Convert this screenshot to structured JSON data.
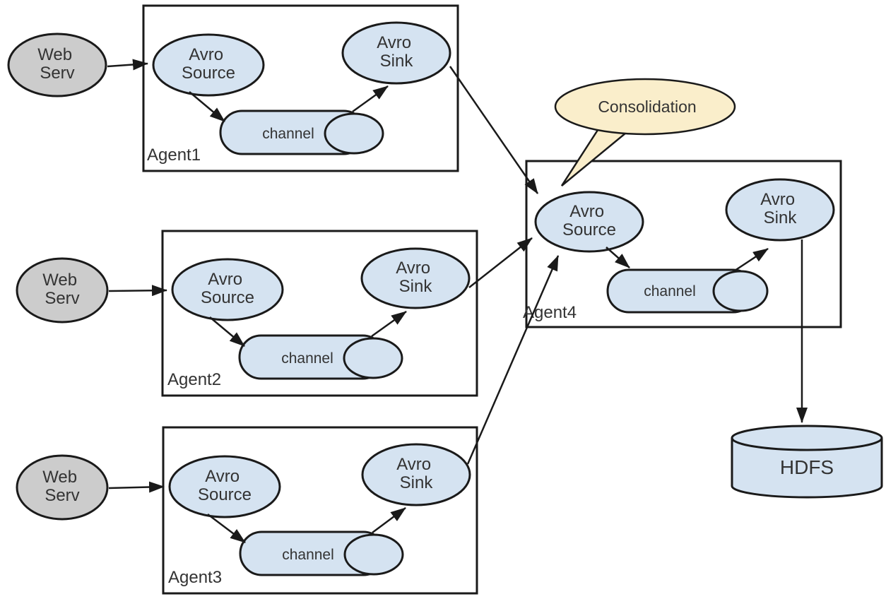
{
  "diagram": {
    "description": "Flume multi-agent consolidation flow diagram",
    "colors": {
      "node_fill": "#d5e3f1",
      "webserv_fill": "#cccccc",
      "callout_fill": "#faeecb",
      "stroke": "#1a1a1a",
      "text": "#333333",
      "background": "#ffffff"
    },
    "callout": {
      "label": "Consolidation"
    },
    "hdfs": {
      "label": "HDFS"
    },
    "agents": [
      {
        "label": "Agent1",
        "web_serv": [
          "Web",
          "Serv"
        ],
        "source": [
          "Avro",
          "Source"
        ],
        "channel": "channel",
        "sink": [
          "Avro",
          "Sink"
        ]
      },
      {
        "label": "Agent2",
        "web_serv": [
          "Web",
          "Serv"
        ],
        "source": [
          "Avro",
          "Source"
        ],
        "channel": "channel",
        "sink": [
          "Avro",
          "Sink"
        ]
      },
      {
        "label": "Agent3",
        "web_serv": [
          "Web",
          "Serv"
        ],
        "source": [
          "Avro",
          "Source"
        ],
        "channel": "channel",
        "sink": [
          "Avro",
          "Sink"
        ]
      },
      {
        "label": "Agent4",
        "source": [
          "Avro",
          "Source"
        ],
        "channel": "channel",
        "sink": [
          "Avro",
          "Sink"
        ]
      }
    ]
  }
}
